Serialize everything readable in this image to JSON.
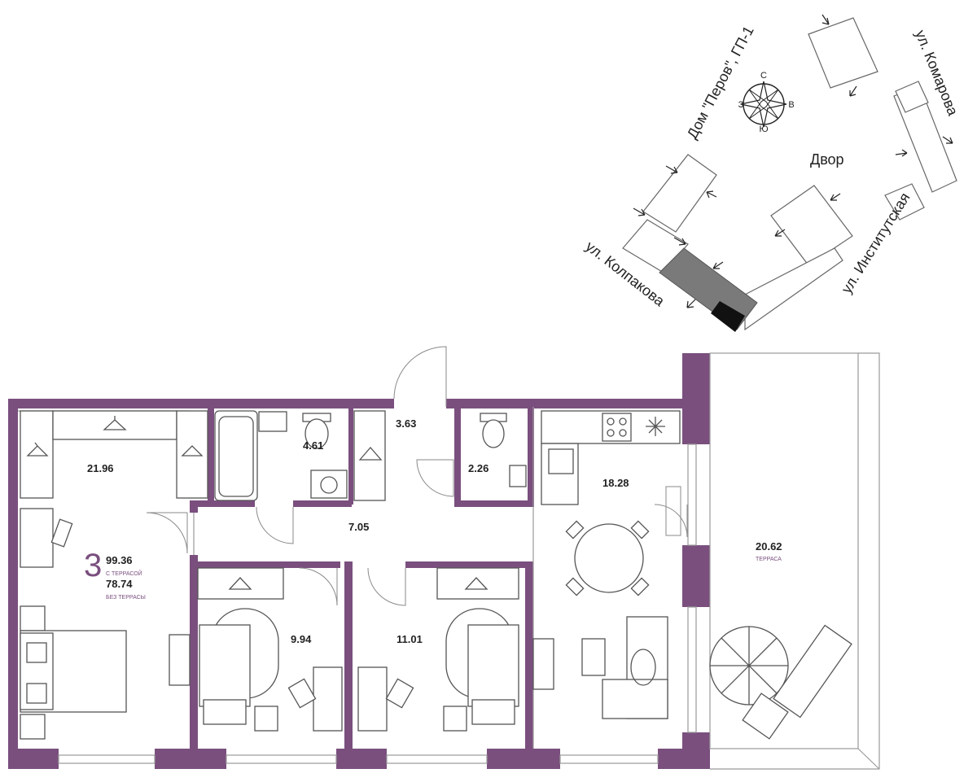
{
  "site_plan": {
    "house_label": "Дом \"Перов\", ГП-1",
    "yard_label": "Двор",
    "streets": {
      "kolpakova": "ул. Колпакова",
      "institutskaya": "ул. Институтская",
      "komarova": "ул. Комарова"
    },
    "compass": {
      "north": "С",
      "south": "Ю",
      "west": "З",
      "east": "В"
    }
  },
  "summary": {
    "rooms_count": "3",
    "area_with_terrace": "99.36",
    "with_terrace_label": "С ТЕРРАСОЙ",
    "area_without_terrace": "78.74",
    "without_terrace_label": "БЕЗ ТЕРРАСЫ"
  },
  "rooms": {
    "master_bedroom": "21.96",
    "bathroom": "4.61",
    "entry": "3.63",
    "wc": "2.26",
    "kitchen_living": "18.28",
    "hall": "7.05",
    "bedroom_2": "9.94",
    "bedroom_3": "11.01",
    "terrace": "20.62",
    "terrace_label": "ТЕРРАСА"
  },
  "colors": {
    "wall": "#7a4f7e",
    "highlight_building": "#7a7a7a",
    "apartment_marker": "#111111"
  }
}
